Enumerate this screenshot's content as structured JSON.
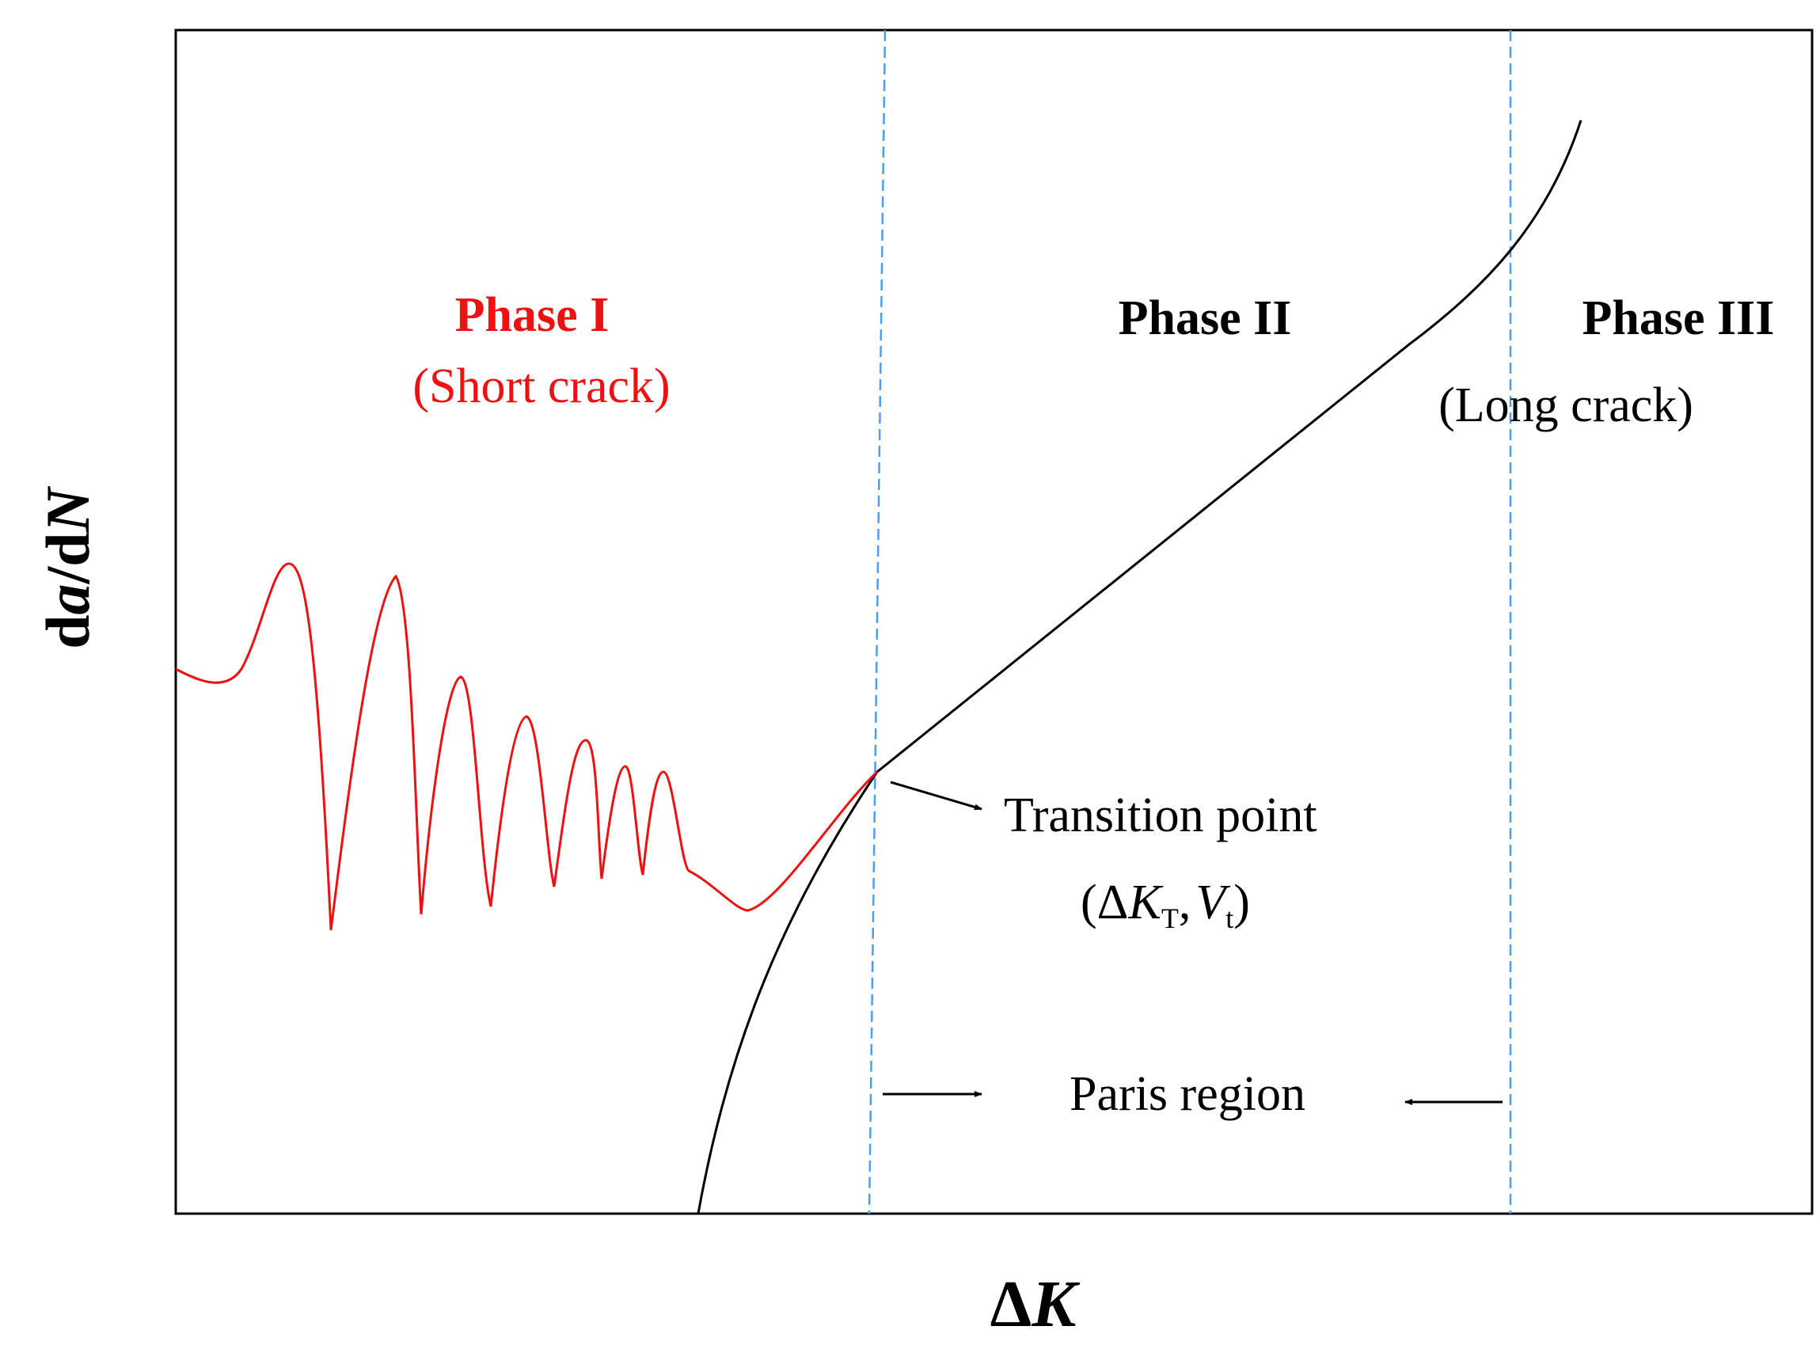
{
  "axes": {
    "y_label": {
      "part1": "d",
      "part2": "a",
      "part3": "/d",
      "part4": "N"
    },
    "x_label": {
      "part1": "Δ",
      "part2": "K"
    }
  },
  "phases": {
    "phase1": {
      "title": "Phase I",
      "subtitle": "(Short crack)"
    },
    "phase2": {
      "title": "Phase II"
    },
    "phase3": {
      "title": "Phase III",
      "subtitle": "(Long crack)"
    }
  },
  "annotations": {
    "transition": {
      "label": "Transition point",
      "formula": {
        "open": "(Δ",
        "k": "K",
        "k_sub": "T",
        "sep": ",",
        "v": "V",
        "v_sub": "t",
        "close": ")"
      }
    },
    "paris": {
      "label": "Paris region"
    }
  },
  "colors": {
    "short_crack": "#ee1111",
    "long_crack": "#000000",
    "boundary": "#4a9ff5",
    "text": "#000000"
  },
  "icons": {
    "transition_arrow": "arrow-right-icon",
    "paris_left_arrow": "arrow-right-icon",
    "paris_right_arrow": "arrow-left-icon"
  }
}
